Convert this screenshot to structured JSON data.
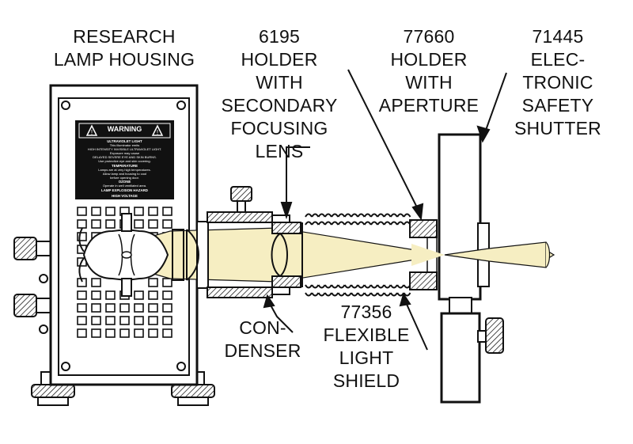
{
  "labels": {
    "research_lamp_housing": "RESEARCH\nLAMP HOUSING",
    "holder_6195": "6195\nHOLDER\nWITH\nSECONDARY\nFOCUSING\nLENS",
    "holder_77660": "77660\nHOLDER\nWITH\nAPERTURE",
    "shutter_71445": "71445\nELEC-\nTRONIC\nSAFETY\nSHUTTER",
    "condenser": "CON-\nDENSER",
    "light_shield_77356": "77356\nFLEXIBLE\nLIGHT\nSHIELD"
  },
  "warning_plate": {
    "title": "WARNING",
    "l1": "ULTRAVIOLET LIGHT",
    "l2": "This illuminator emits",
    "l3": "HIGH INTENSITY INVISIBLE ULTRAVIOLET LIGHT.",
    "l4": "Exposure may cause",
    "l5": "DELAYED SEVERE EYE AND SKIN BURNS.",
    "l6": "Use protective eye and skin covering.",
    "l7": "TEMPERATURE",
    "l8": "Lamps are at very high temperatures.",
    "l9": "Allow lamp and housing to cool",
    "l10": "before opening door.",
    "l11": "OZONE",
    "l12": "Operate in well ventilated area.",
    "l13": "LAMP EXPLOSION HAZARD",
    "l14": "HIGH VOLTAGE"
  },
  "colors": {
    "beam": "#f6eec2",
    "line": "#111111",
    "panel": "#111111"
  }
}
